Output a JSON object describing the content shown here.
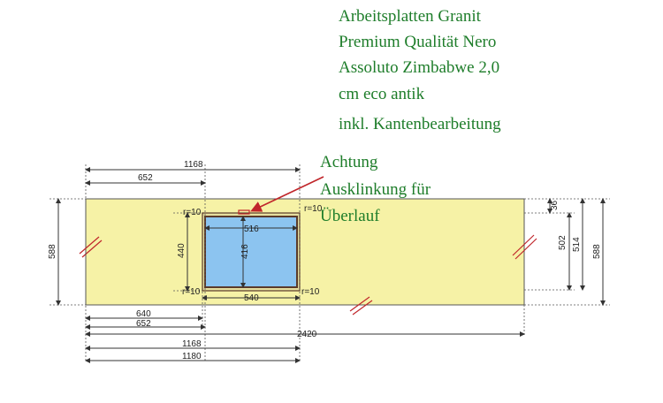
{
  "title_lines": [
    "Arbeitsplatten Granit",
    "Premium Qualität Nero",
    "Assoluto Zimbabwe 2,0",
    "cm eco antik",
    "inkl. Kantenbearbeitung"
  ],
  "note_lines": [
    "Achtung",
    "Ausklinkung für",
    "Überlauf"
  ],
  "dimensions": {
    "top_1168": "1168",
    "top_652": "652",
    "left_588": "588",
    "cut_width_516": "516",
    "cut_height_416": "416",
    "cut_outer_440": "440",
    "cut_bottom_540": "540",
    "radius_tl": "r=10",
    "radius_tr": "r=10",
    "radius_bl": "r=10",
    "radius_br": "r=10",
    "right_502": "502",
    "right_514": "514",
    "right_588": "588",
    "right_small": "36",
    "bottom_640": "640",
    "bottom_652": "652",
    "bottom_2420": "2420",
    "bottom_1168": "1168",
    "bottom_1180": "1180"
  },
  "colors": {
    "countertop": "#f6f2a6",
    "sink": "#8cc4f0",
    "text_green": "#1e7d2a",
    "arrow_red": "#c0252a",
    "break_mark": "#c0252a"
  }
}
